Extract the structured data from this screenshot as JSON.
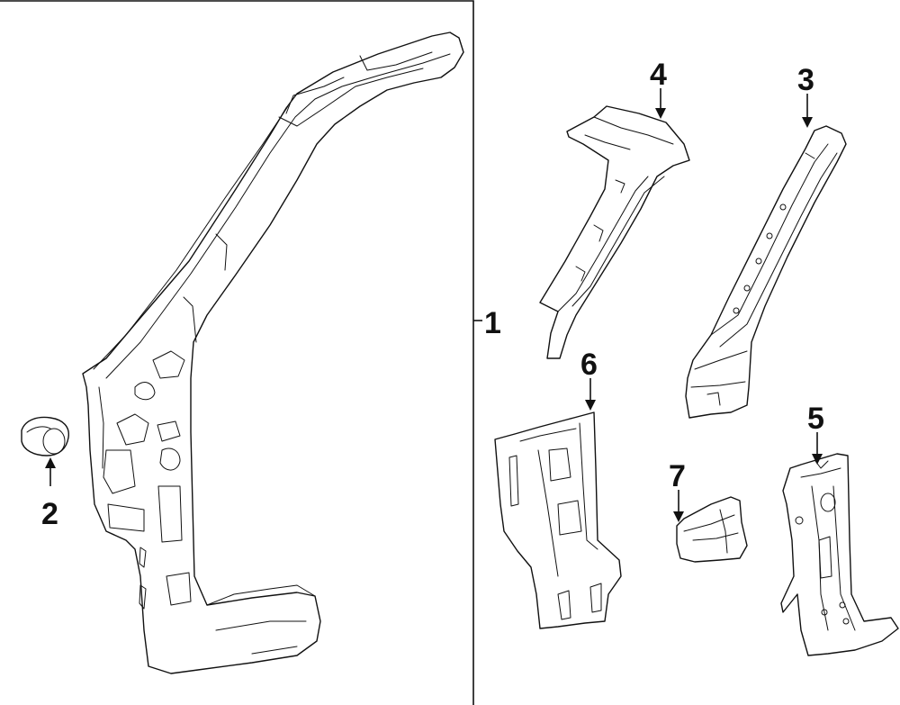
{
  "callouts": {
    "c1": "1",
    "c2": "2",
    "c3": "3",
    "c4": "4",
    "c5": "5",
    "c6": "6",
    "c7": "7"
  },
  "colors": {
    "line": "#111111",
    "background": "#ffffff"
  }
}
